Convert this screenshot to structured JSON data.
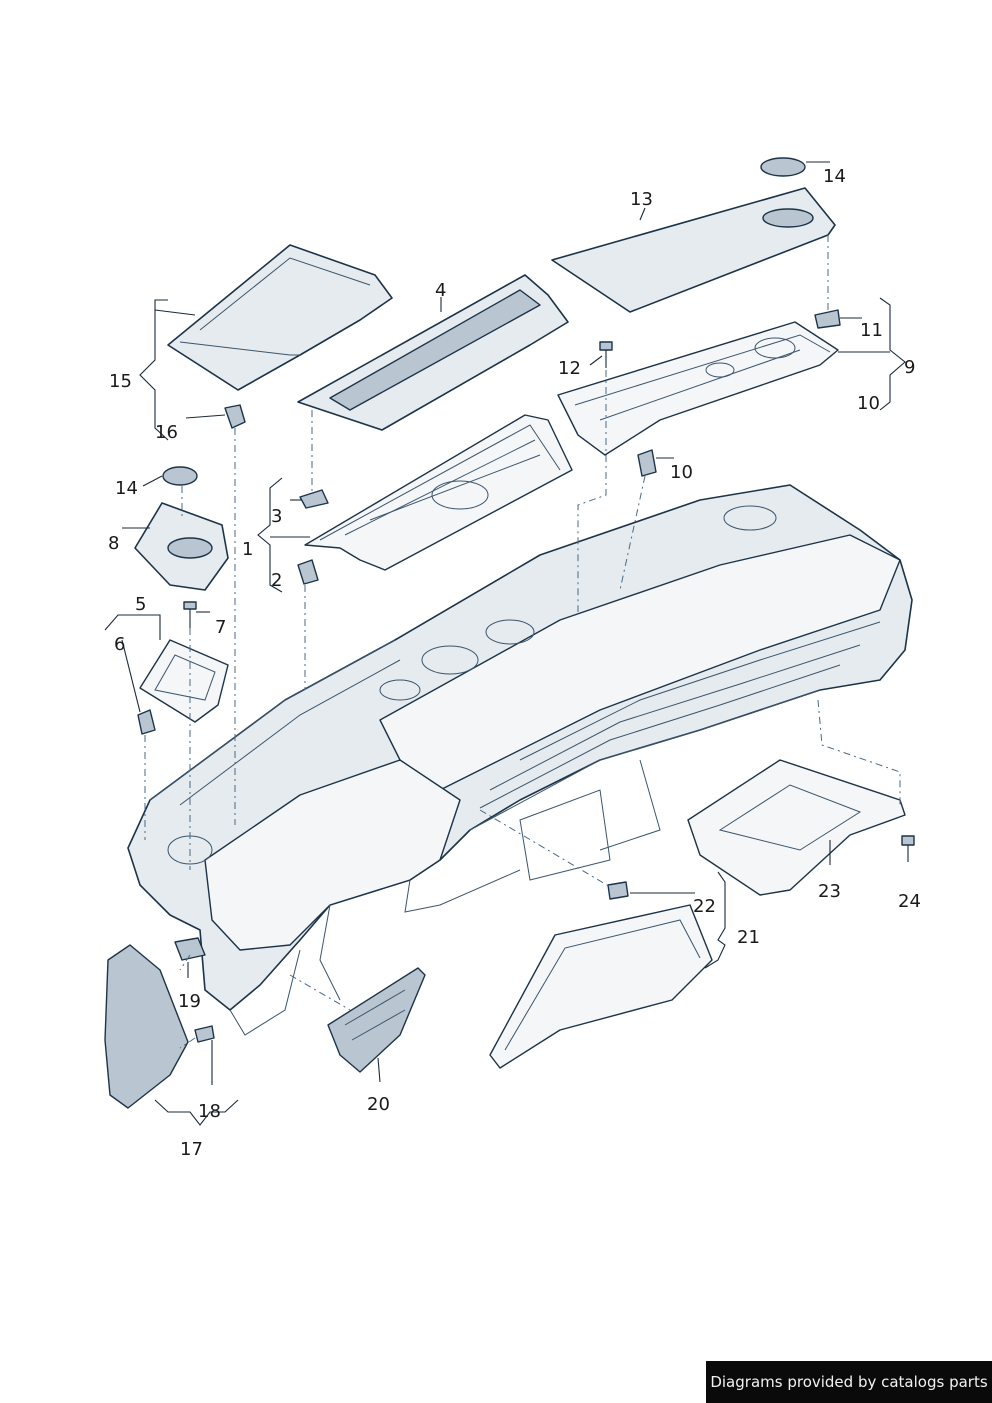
{
  "diagram": {
    "labels": [
      "1",
      "2",
      "3",
      "4",
      "5",
      "6",
      "7",
      "8",
      "9",
      "10",
      "10",
      "11",
      "12",
      "13",
      "14",
      "14",
      "15",
      "16",
      "17",
      "18",
      "19",
      "20",
      "21",
      "22",
      "23",
      "24"
    ]
  },
  "footer": {
    "credit": "Diagrams provided by catalogs parts"
  },
  "colors": {
    "outline": "#1c3348",
    "fill": "#e6ebef",
    "shade": "#b9c6d1",
    "badge_bg": "#0a0a0a"
  }
}
